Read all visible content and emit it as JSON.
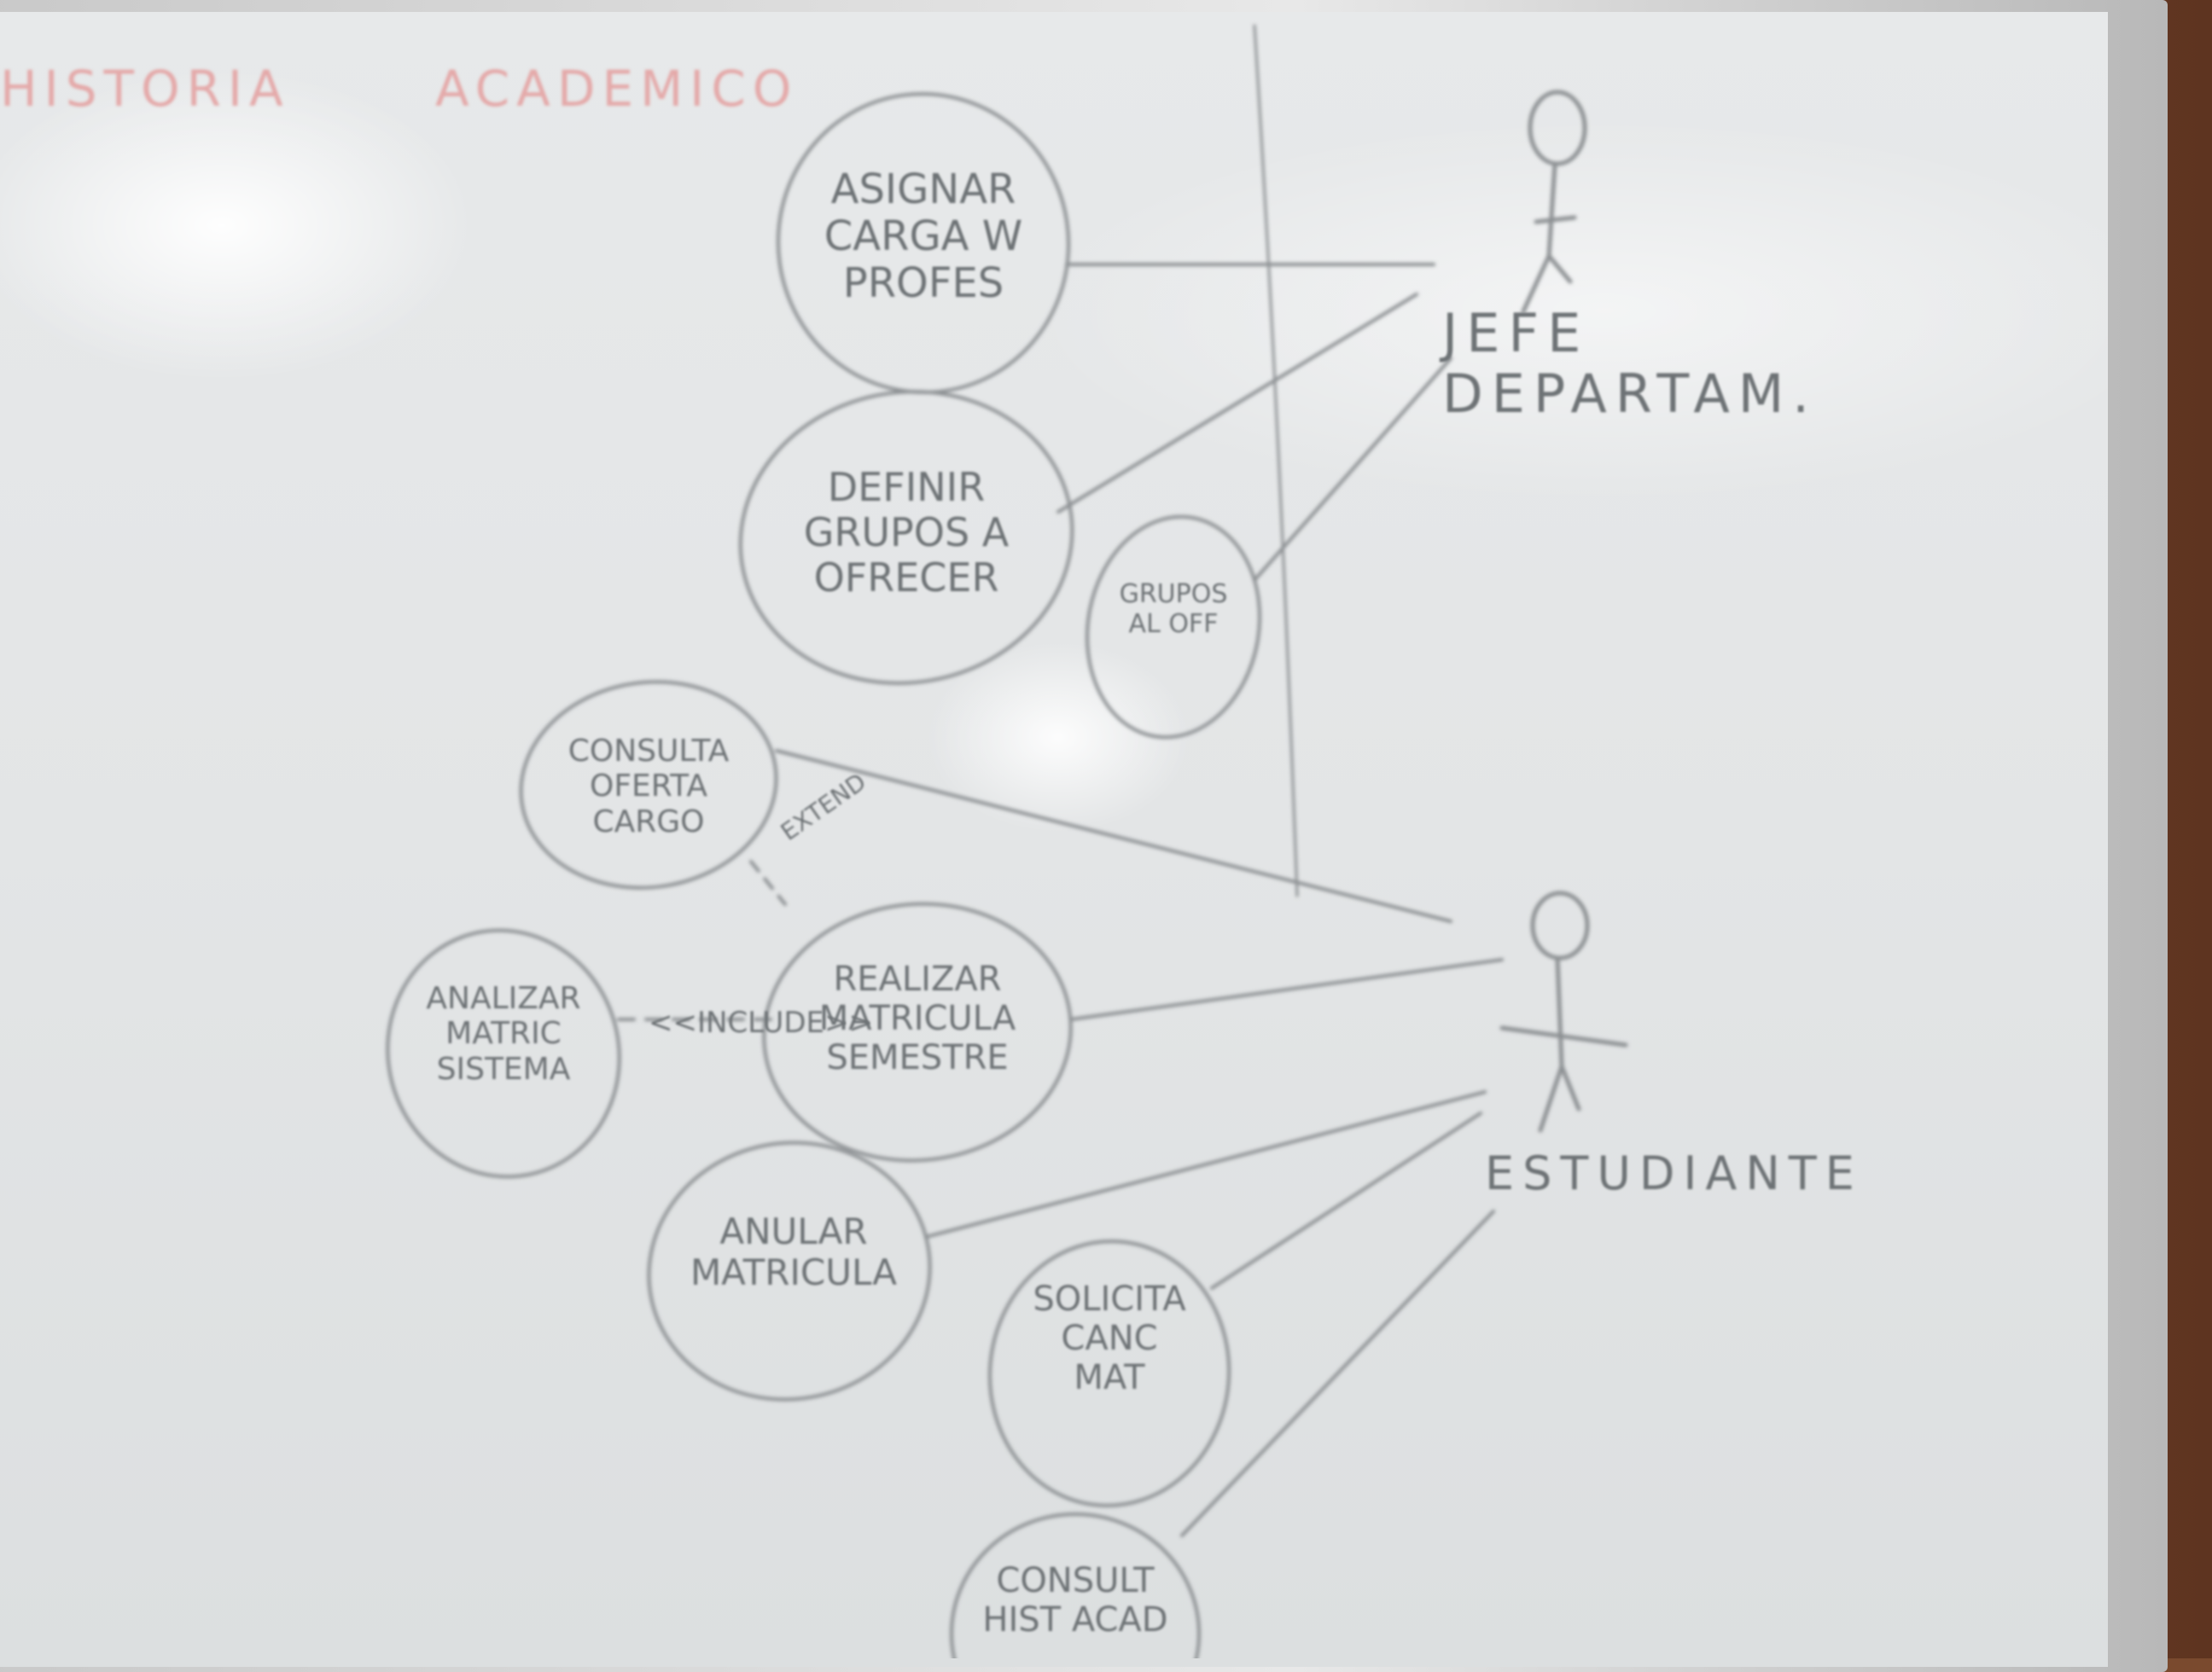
{
  "board": {
    "heading_left": "HISTORIA",
    "heading_right": "ACADEMICO",
    "colors": {
      "marker_red": "#e4a9a9",
      "marker_grey": "#8b8f92",
      "board": "#e5e7e8"
    }
  },
  "actors": [
    {
      "id": "jefe",
      "label": "JEFE DEPARTAM."
    },
    {
      "id": "estudiante",
      "label": "ESTUDIANTE"
    }
  ],
  "use_cases": [
    {
      "id": "asignar-carga",
      "label": "ASIGNAR\nCARGA W\nPROFES"
    },
    {
      "id": "definir-grupos",
      "label": "DEFINIR\nGRUPOS A\nOFRECER"
    },
    {
      "id": "grupos",
      "label": "GRUPOS\nAL OFF"
    },
    {
      "id": "consultar-oferta",
      "label": "CONSULTA\nOFERTA\nCARGO"
    },
    {
      "id": "realizar-matricula",
      "label": "REALIZAR\nMATRICULA\nSEMESTRE"
    },
    {
      "id": "analizar",
      "label": "ANALIZAR\nMATRIC\nSISTEMA"
    },
    {
      "id": "anular",
      "label": "ANULAR\nMATRICULA"
    },
    {
      "id": "solicitar",
      "label": "SOLICITA\nCANC\nMAT"
    },
    {
      "id": "consultar-hist",
      "label": "CONSULT\nHIST ACAD"
    }
  ],
  "relations": {
    "include_label": "<<INCLUDE>>",
    "extend_label": "EXTEND"
  }
}
